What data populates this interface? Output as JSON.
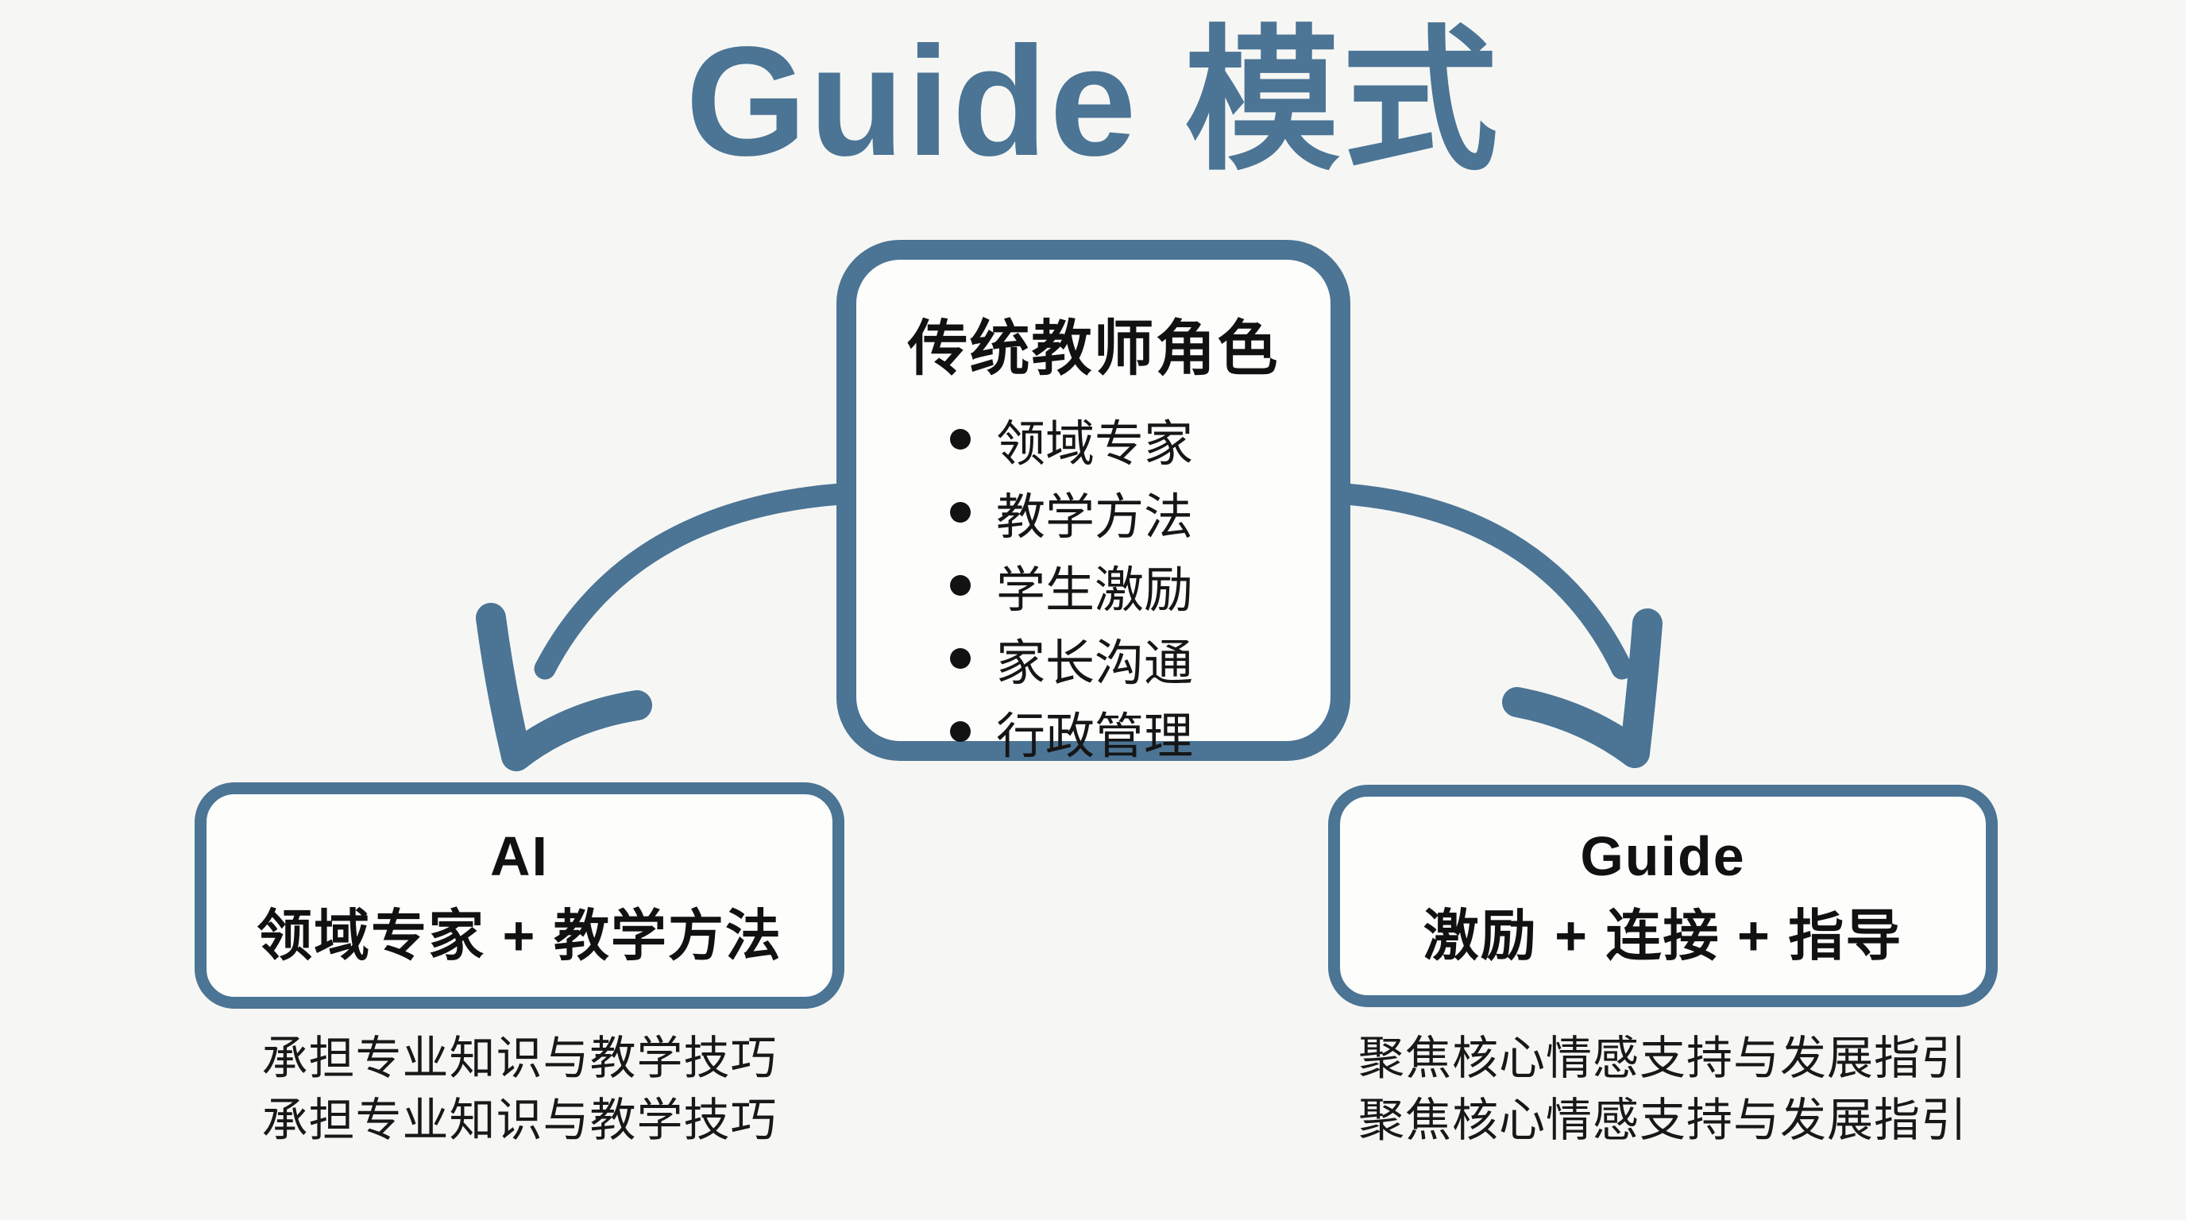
{
  "title": "Guide 模式",
  "colors": {
    "background": "#f6f7f4",
    "accent": "#4b7495",
    "panel_fill": "#fdfdfc",
    "ink": "#151515"
  },
  "center_box": {
    "heading": "传统教师角色",
    "items": [
      "领域专家",
      "教学方法",
      "学生激励",
      "家长沟通",
      "行政管理"
    ]
  },
  "ai_box": {
    "line1": "AI",
    "line2": "领域专家 + 教学方法",
    "caption_lines": [
      "承担专业知识与教学技巧",
      "承担专业知识与教学技巧"
    ]
  },
  "guide_box": {
    "line1": "Guide",
    "line2": "激励 + 连接 + 指导",
    "caption_lines": [
      "聚焦核心情感支持与发展指引",
      "聚焦核心情感支持与发展指引"
    ]
  }
}
